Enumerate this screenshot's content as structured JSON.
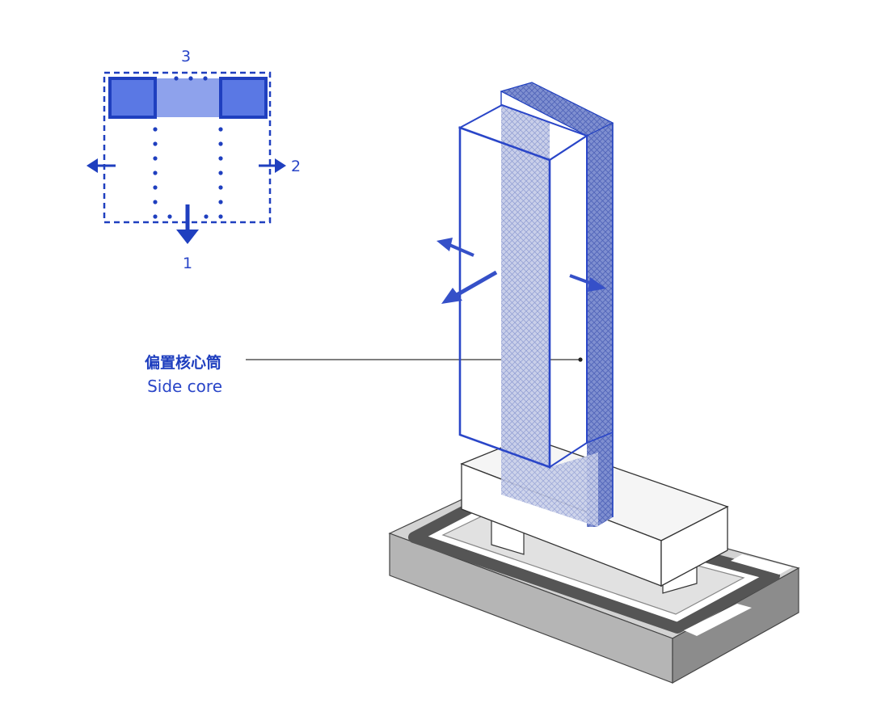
{
  "colors": {
    "blue": "#1f3fbf",
    "blue_fill": "#4a6ae0",
    "blue_light": "#8ea2ec",
    "core_tint": "#c7cdea",
    "site_grey": "#bdbdbd",
    "site_dark": "#8a8a8a",
    "road": "#5d5d5d"
  },
  "plan_diagram": {
    "label_1": "1",
    "label_2": "2",
    "label_3": "3"
  },
  "callout": {
    "zh": "偏置核心筒",
    "en": "Side core"
  },
  "icons": [
    "arrow-left-icon",
    "arrow-right-icon",
    "arrow-down-icon"
  ]
}
